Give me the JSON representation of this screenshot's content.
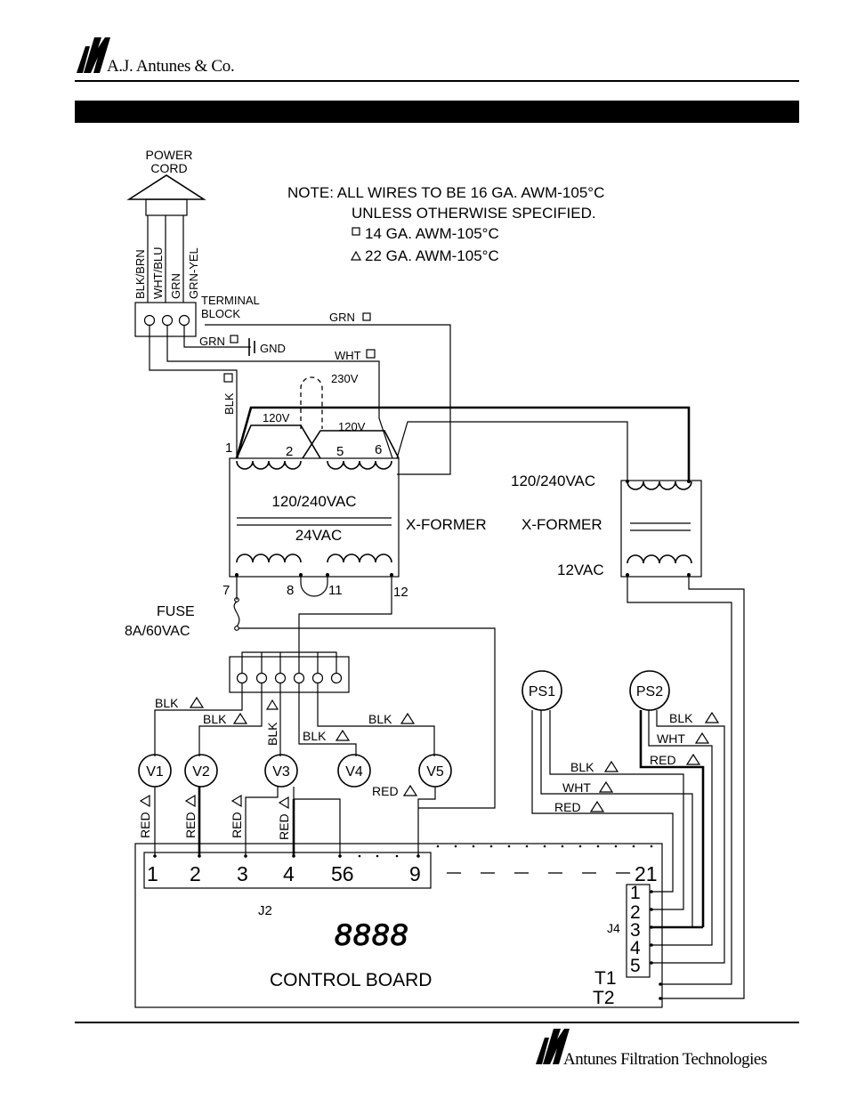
{
  "header": {
    "company": "A.J. Antunes & Co.",
    "title": ""
  },
  "footer": {
    "company": "Antunes Filtration Technologies"
  },
  "note": {
    "line1": "NOTE:  ALL WIRES TO BE 16 GA. AWM-105°C",
    "line2": "UNLESS  OTHERWISE  SPECIFIED.",
    "line3": "14  GA.  AWM-105°C",
    "line4": "22  GA.  AWM-105°C"
  },
  "power_cord": {
    "line1": "POWER",
    "line2": "CORD"
  },
  "cord_wires": [
    "BLK/BRN",
    "WHT/BLU",
    "GRN",
    "GRN-YEL"
  ],
  "terminal_block": {
    "line1": "TERMINAL",
    "line2": "BLOCK"
  },
  "wires": {
    "grn_top": "GRN",
    "grn_gnd": "GRN",
    "gnd": "GND",
    "wht": "WHT",
    "blk": "BLK",
    "v230": "230V",
    "v120a": "120V",
    "v120b": "120V",
    "blk_v1": "BLK",
    "blk_v2": "BLK",
    "blk_v3": "BLK",
    "blk_v4": "BLK",
    "blk_v5": "BLK",
    "red_v1": "RED",
    "red_v2": "RED",
    "red_v3": "RED",
    "red_v4": "RED",
    "red_v5": "RED",
    "ps1_blk": "BLK",
    "ps1_wht": "WHT",
    "ps1_red": "RED",
    "ps2_blk": "BLK",
    "ps2_wht": "WHT",
    "ps2_red": "RED"
  },
  "transformer_main": {
    "primary": "120/240VAC",
    "secondary": "24VAC",
    "label": "X-FORMER",
    "pins": [
      "1",
      "2",
      "5",
      "6",
      "7",
      "8",
      "11",
      "12"
    ]
  },
  "transformer_small": {
    "primary": "120/240VAC",
    "label": "X-FORMER",
    "secondary": "12VAC"
  },
  "fuse": {
    "line1": "FUSE",
    "line2": "8A/60VAC"
  },
  "valves": [
    "V1",
    "V2",
    "V3",
    "V4",
    "V5"
  ],
  "sensors": [
    "PS1",
    "PS2"
  ],
  "control_board": {
    "label": "CONTROL  BOARD",
    "display": "8888",
    "j2_label": "J2",
    "j2_pins": [
      "1",
      "2",
      "3",
      "4",
      "56",
      "9"
    ],
    "j2_end": "21",
    "j4_label": "J4",
    "j4_pins": [
      "1",
      "2",
      "3",
      "4",
      "5"
    ],
    "t1": "T1",
    "t2": "T2"
  }
}
